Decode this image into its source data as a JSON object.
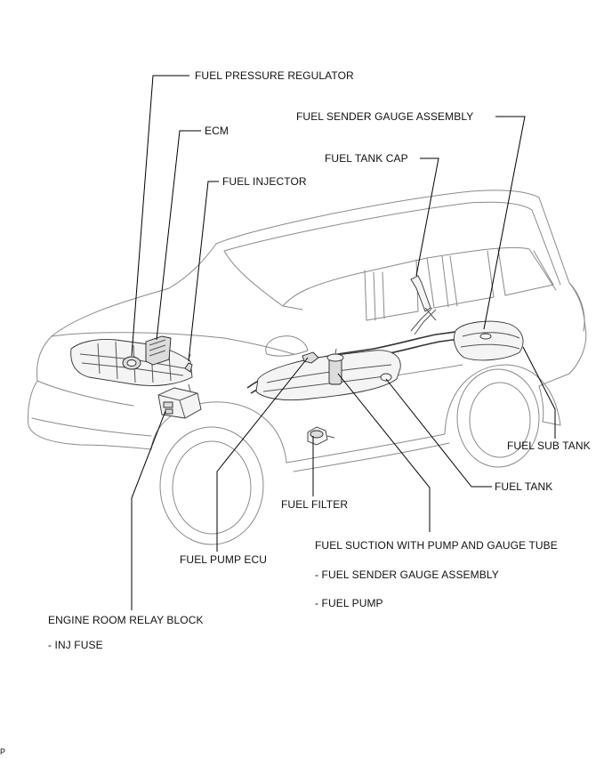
{
  "labels": {
    "fuel_pressure_regulator": "FUEL PRESSURE REGULATOR",
    "ecm": "ECM",
    "fuel_injector": "FUEL INJECTOR",
    "fuel_sender_gauge_assembly_top": "FUEL SENDER GAUGE ASSEMBLY",
    "fuel_tank_cap": "FUEL TANK CAP",
    "fuel_sub_tank": "FUEL SUB TANK",
    "fuel_tank": "FUEL TANK",
    "fuel_filter": "FUEL FILTER",
    "fuel_suction": "FUEL SUCTION WITH PUMP AND GAUGE TUBE",
    "fuel_suction_sub1": "- FUEL SENDER GAUGE ASSEMBLY",
    "fuel_suction_sub2": "- FUEL PUMP",
    "fuel_pump_ecu": "FUEL PUMP ECU",
    "engine_room_relay_block": "ENGINE ROOM RELAY BLOCK",
    "inj_fuse": "- INJ FUSE",
    "corner_mark": "P"
  }
}
